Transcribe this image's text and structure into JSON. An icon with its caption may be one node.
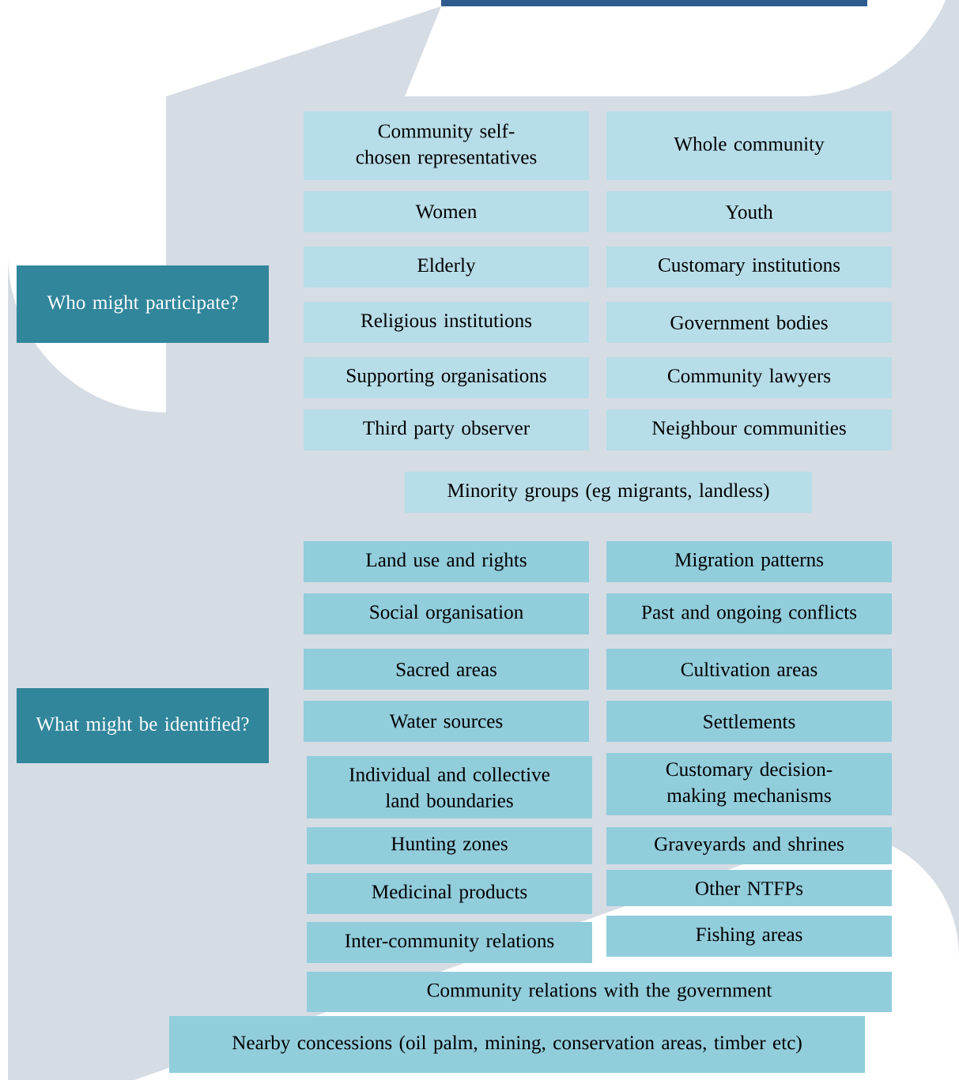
{
  "diagram": {
    "nodes": [
      {
        "text": [
          "Who might participate?"
        ]
      },
      {
        "text": [
          "Community self-chosen representatives"
        ]
      },
      {
        "text": [
          "Whole community"
        ]
      },
      {
        "text": [
          "Women"
        ]
      },
      {
        "text": [
          "Youth"
        ]
      },
      {
        "text": [
          "Elderly"
        ]
      },
      {
        "text": [
          "Customary institutions"
        ]
      },
      {
        "text": [
          "Religious institutions"
        ]
      },
      {
        "text": [
          "Government bodies"
        ]
      },
      {
        "text": [
          "Supporting organisations"
        ]
      },
      {
        "text": [
          "Community lawyers"
        ]
      },
      {
        "text": [
          "Third party observer"
        ]
      },
      {
        "text": [
          "Neighbour communities"
        ]
      },
      {
        "text": [
          "Minority groups (eg migrants, landless)"
        ]
      },
      {
        "text": [
          "What might be identified?"
        ]
      },
      {
        "text": [
          "Land use and rights"
        ]
      },
      {
        "text": [
          "Migration patterns"
        ]
      },
      {
        "text": [
          "Social organisation"
        ]
      },
      {
        "text": [
          "Past and ongoing conflicts"
        ]
      },
      {
        "text": [
          "Sacred areas"
        ]
      },
      {
        "text": [
          "Cultivation areas"
        ]
      },
      {
        "text": [
          "Water sources"
        ]
      },
      {
        "text": [
          "Settlements"
        ]
      },
      {
        "text": [
          "Individual and collective land boundaries"
        ]
      },
      {
        "text": [
          "Customary decision-making mechanisms"
        ]
      },
      {
        "text": [
          "Hunting zones"
        ]
      },
      {
        "text": [
          "Graveyards and shrines"
        ]
      },
      {
        "text": [
          "Medicinal products"
        ]
      },
      {
        "text": [
          "Other NTFPs"
        ]
      },
      {
        "text": [
          "Inter-community relations"
        ]
      },
      {
        "text": [
          "Fishing areas"
        ]
      },
      {
        "text": [
          "Community relations with the government"
        ]
      },
      {
        "text": [
          "Nearby concessions (oil palm, mining, conservation areas, timber etc)"
        ]
      }
    ]
  }
}
